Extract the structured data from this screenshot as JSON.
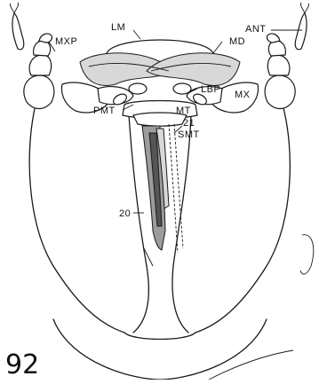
{
  "figure": {
    "number": "92",
    "labels": {
      "lm": "LM",
      "mxp": "MXP",
      "md": "MD",
      "ant": "ANT",
      "lbp": "LBP",
      "mx": "MX",
      "pmt": "PMT",
      "mt": "MT",
      "n21": "21",
      "smt": "SMT",
      "n20": "20"
    }
  }
}
